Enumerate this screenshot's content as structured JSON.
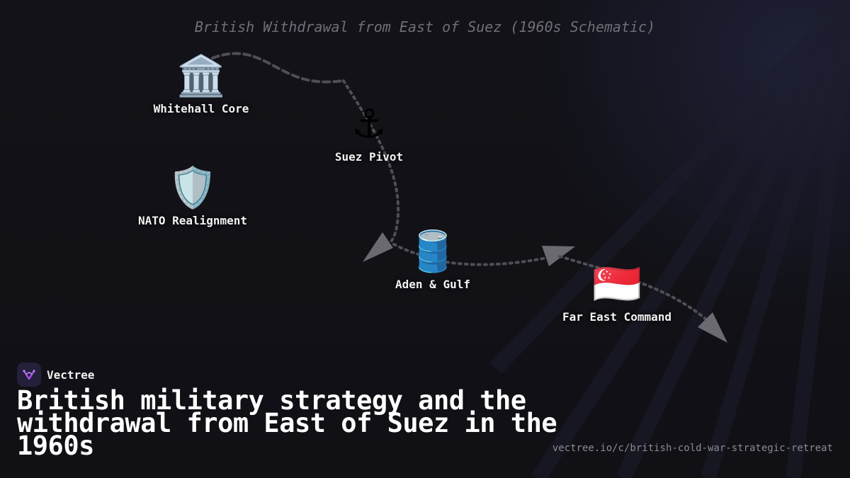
{
  "diagram": {
    "title": "British Withdrawal from East of Suez (1960s Schematic)",
    "nodes": [
      {
        "id": "whitehall",
        "icon": "classical-building-icon",
        "glyph": "🏛️",
        "label": "Whitehall Core"
      },
      {
        "id": "suez",
        "icon": "anchor-icon",
        "glyph": "⚓",
        "label": "Suez Pivot"
      },
      {
        "id": "nato",
        "icon": "shield-icon",
        "glyph": "🛡️",
        "label": "NATO Realignment"
      },
      {
        "id": "aden",
        "icon": "oil-drum-icon",
        "glyph": "🛢️",
        "label": "Aden & Gulf"
      },
      {
        "id": "fareast",
        "icon": "singapore-flag-icon",
        "glyph": "🇸🇬",
        "label": "Far East Command"
      }
    ],
    "edges": [
      {
        "from": "whitehall",
        "to": "suez",
        "style": "dashed"
      },
      {
        "from": "suez",
        "to": "aden",
        "style": "dotted",
        "arrow": true
      },
      {
        "from": "aden",
        "to": "fareast",
        "style": "dotted",
        "arrow": true
      },
      {
        "from": "fareast",
        "to": "off-canvas",
        "style": "dotted",
        "arrow": true
      }
    ]
  },
  "brand": {
    "name": "Vectree",
    "logo_icon": "vectree-logo-icon"
  },
  "headline": "British military strategy and the withdrawal from East of Suez in the 1960s",
  "source_url": "vectree.io/c/british-cold-war-strategic-retreat",
  "colors": {
    "background": "#111116",
    "link": "#55555c",
    "arrow": "#6a6a70",
    "text": "#ffffff",
    "muted": "#6f6f78"
  }
}
